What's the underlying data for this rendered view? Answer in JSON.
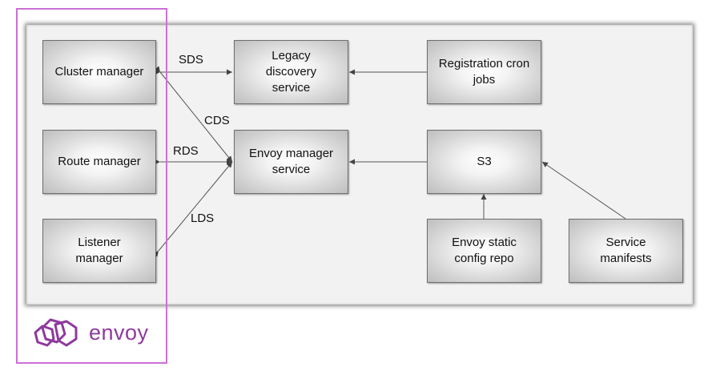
{
  "nodes": {
    "cluster_manager": "Cluster manager",
    "route_manager": "Route manager",
    "listener_manager": "Listener\nmanager",
    "legacy_discovery": "Legacy\ndiscovery\nservice",
    "envoy_manager": "Envoy manager\nservice",
    "registration_cron": "Registration cron\njobs",
    "s3": "S3",
    "envoy_static": "Envoy static\nconfig repo",
    "service_manifests": "Service\nmanifests"
  },
  "edge_labels": {
    "sds": "SDS",
    "cds": "CDS",
    "rds": "RDS",
    "lds": "LDS"
  },
  "brand": {
    "name": "envoy",
    "color": "#8e3a9d",
    "frame_color": "#cd6fd6"
  }
}
